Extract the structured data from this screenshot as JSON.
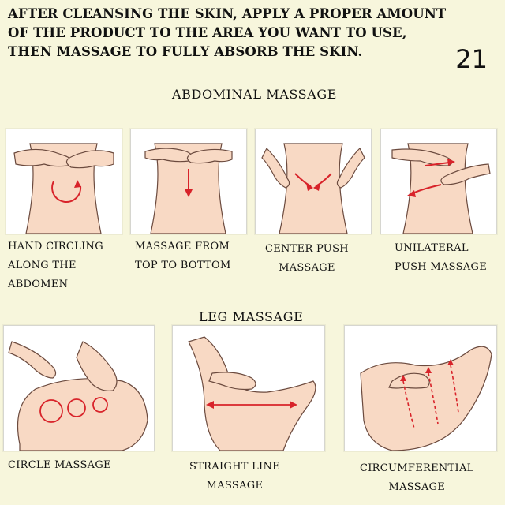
{
  "intro_text": "AFTER CLEANSING THE SKIN, APPLY A PROPER AMOUNT OF THE PRODUCT TO THE AREA YOU WANT TO USE, THEN MASSAGE TO FULLY ABSORB THE SKIN.",
  "page_number": "21",
  "abdominal": {
    "title": "ABDOMINAL MASSAGE",
    "steps": [
      {
        "caption": "HAND CIRCLING\nALONG THE\nABDOMEN"
      },
      {
        "caption": "MASSAGE FROM\nTOP TO BOTTOM"
      },
      {
        "caption": "CENTER PUSH\nMASSAGE"
      },
      {
        "caption": "UNILATERAL\nPUSH MASSAGE"
      }
    ]
  },
  "leg": {
    "title": "LEG MASSAGE",
    "steps": [
      {
        "caption": "CIRCLE MASSAGE"
      },
      {
        "caption": "STRAIGHT LINE\nMASSAGE"
      },
      {
        "caption": "CIRCUMFERENTIAL\nMASSAGE"
      }
    ]
  },
  "colors": {
    "background": "#f7f6dc",
    "skin": "#f8d9c4",
    "outline": "#6b4a3e",
    "arrow": "#d8232a"
  }
}
